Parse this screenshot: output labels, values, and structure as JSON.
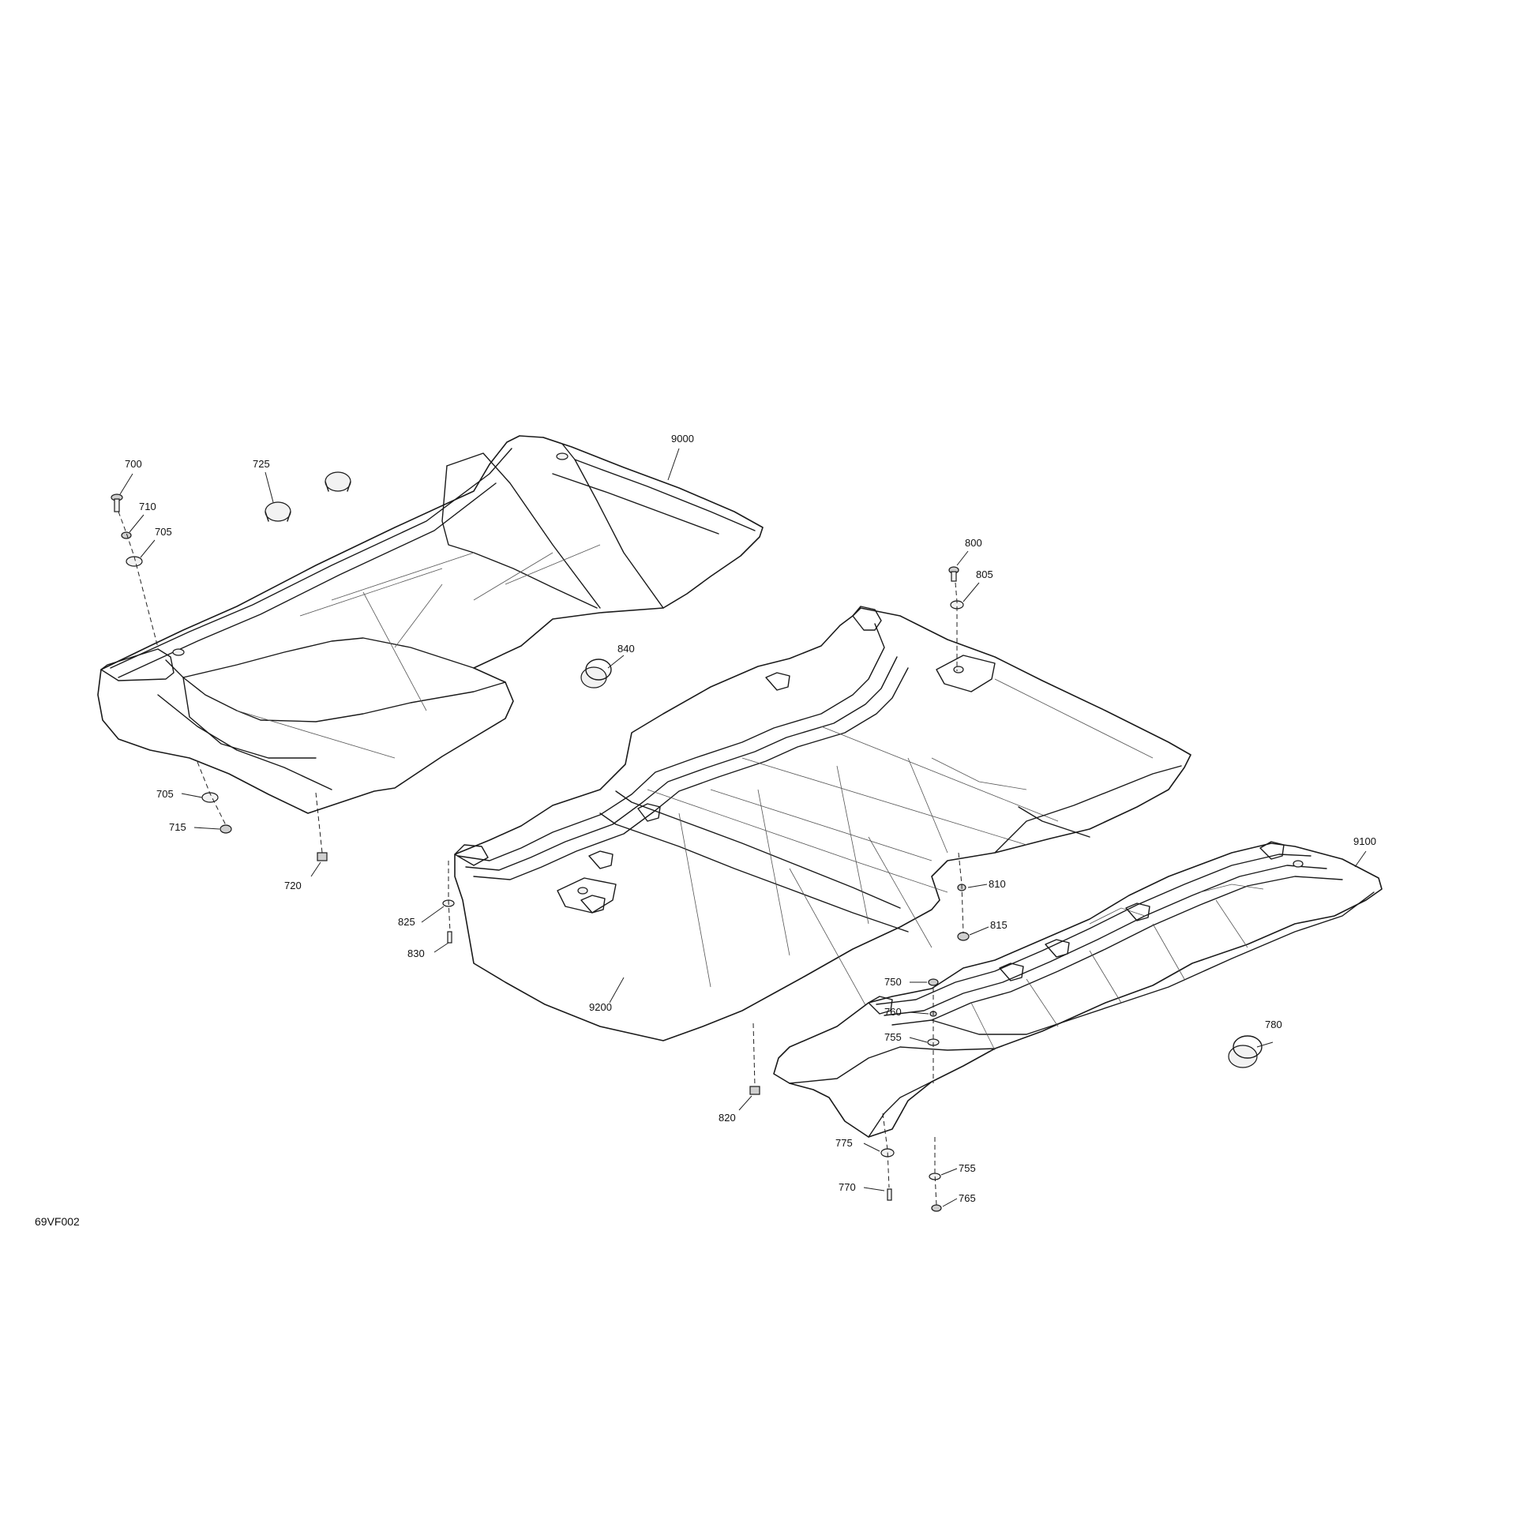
{
  "figure_code": "69VF002",
  "callouts": {
    "c700": "700",
    "c710": "710",
    "c705a": "705",
    "c725": "725",
    "c705b": "705",
    "c715": "715",
    "c720": "720",
    "c9000": "9000",
    "c840": "840",
    "c800": "800",
    "c805": "805",
    "c825": "825",
    "c830": "830",
    "c9200": "9200",
    "c820": "820",
    "c810": "810",
    "c815": "815",
    "c9100": "9100",
    "c750": "750",
    "c760": "760",
    "c755a": "755",
    "c780": "780",
    "c775": "775",
    "c770": "770",
    "c755b": "755",
    "c765": "765"
  }
}
